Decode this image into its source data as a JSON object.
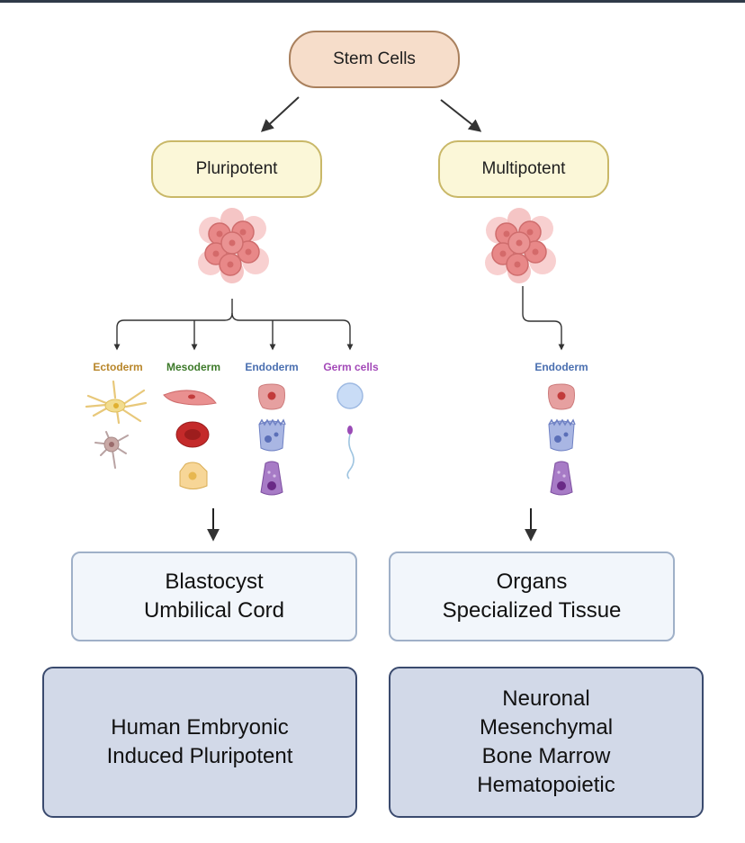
{
  "root": {
    "label": "Stem Cells"
  },
  "branches": [
    {
      "label": "Pluripotent",
      "germ_layers": [
        {
          "label": "Ectoderm",
          "color": "#b8862a"
        },
        {
          "label": "Mesoderm",
          "color": "#3d7a2a"
        },
        {
          "label": "Endoderm",
          "color": "#4a6fb0"
        },
        {
          "label": "Germ cells",
          "color": "#a349b8"
        }
      ],
      "sources": [
        "Blastocyst",
        "Umbilical Cord"
      ],
      "types": [
        "Human Embryonic",
        "Induced Pluripotent"
      ]
    },
    {
      "label": "Multipotent",
      "germ_layers": [
        {
          "label": "Endoderm",
          "color": "#4a6fb0"
        }
      ],
      "sources": [
        "Organs",
        "Specialized Tissue"
      ],
      "types": [
        "Neuronal",
        "Mesenchymal",
        "Bone Marrow",
        "Hematopoietic"
      ]
    }
  ],
  "colors": {
    "root_fill": "#f6ddca",
    "branch_fill": "#fbf7d8",
    "source_box": "#f2f6fb",
    "type_box": "#d2d9e8"
  }
}
